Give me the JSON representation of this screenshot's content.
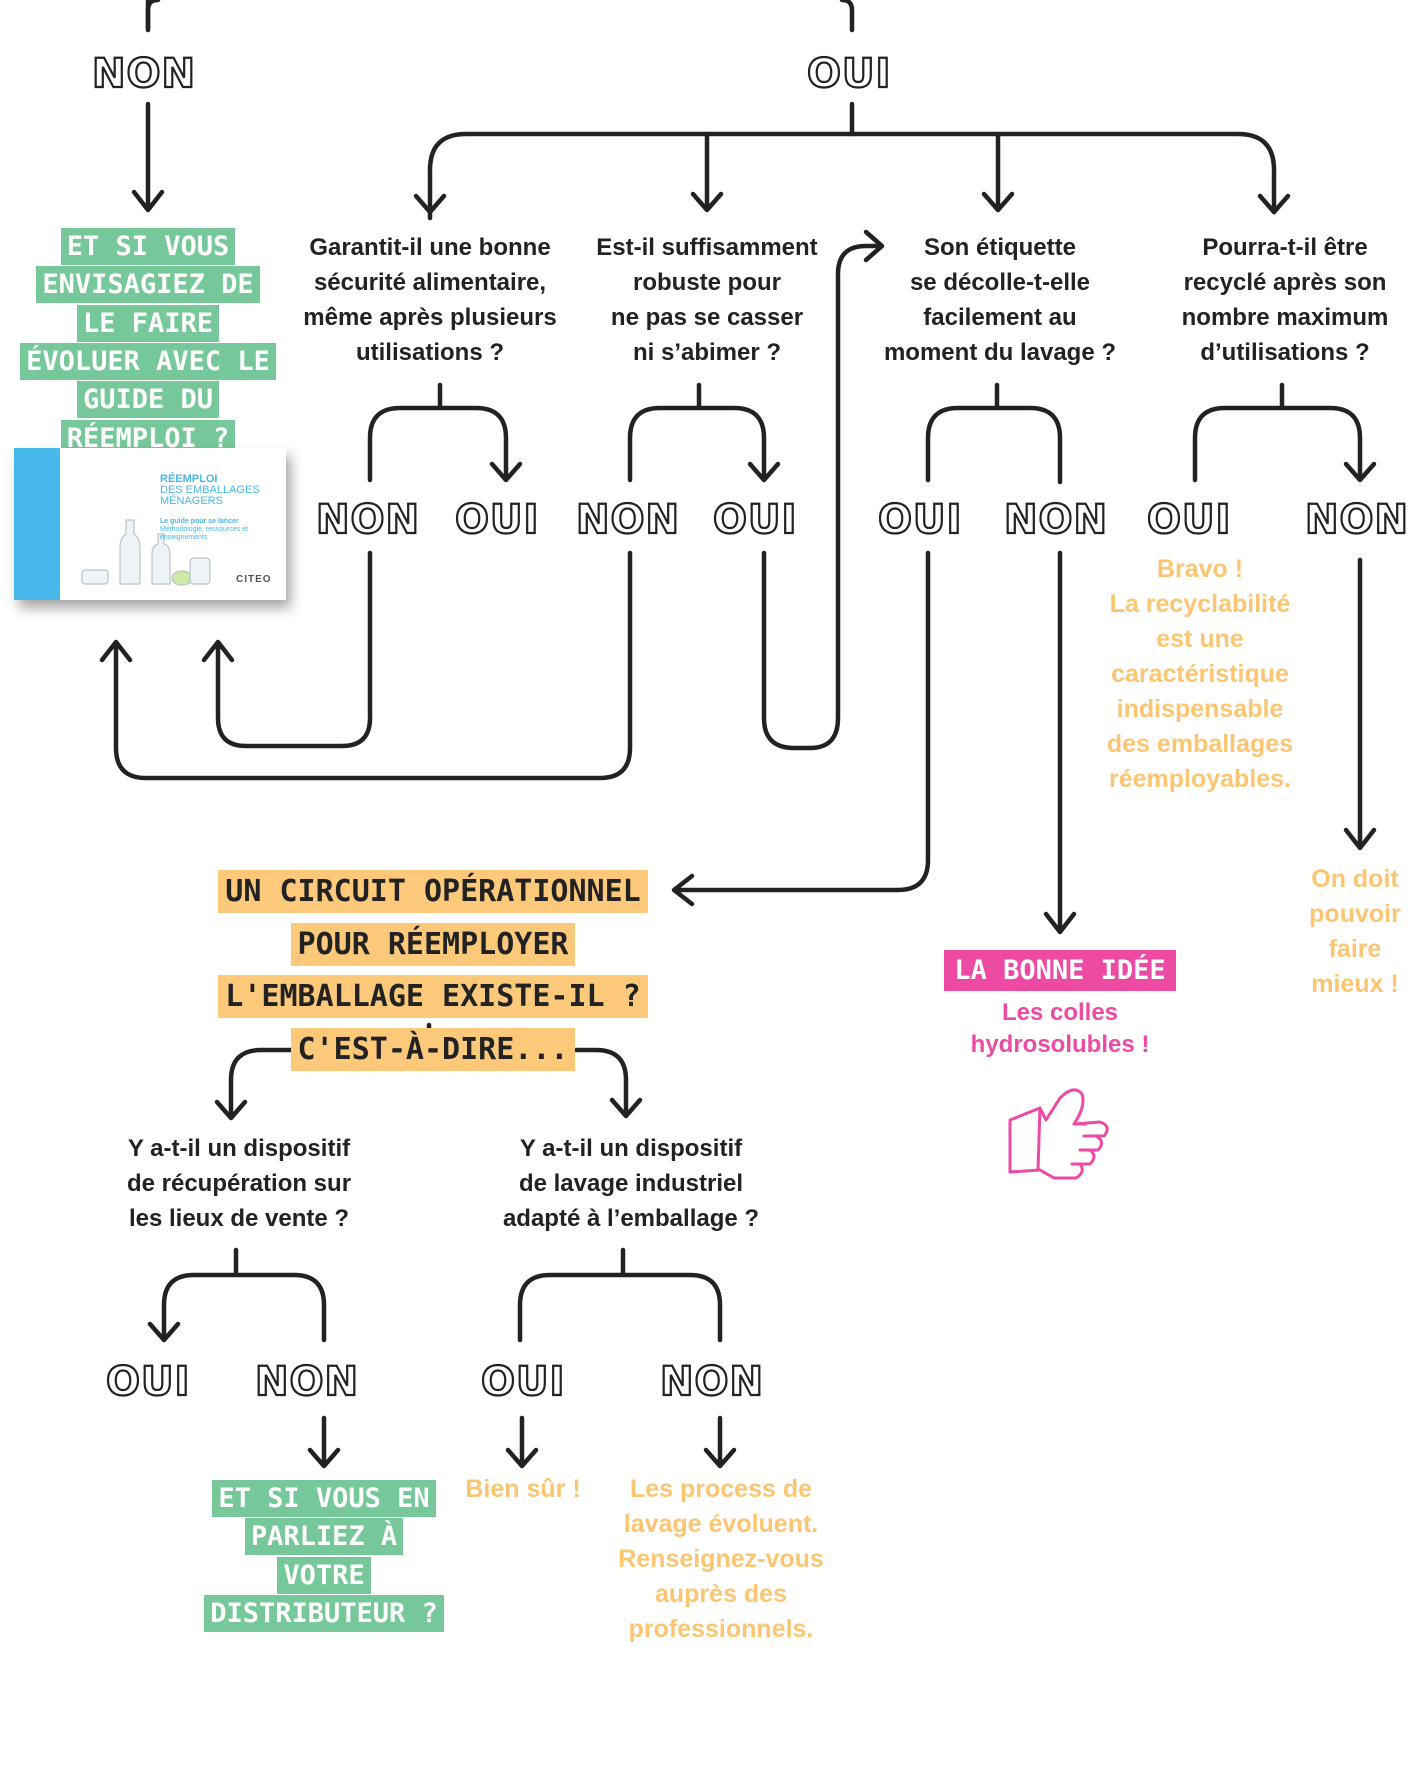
{
  "labels": {
    "non": "NON",
    "oui": "OUI"
  },
  "questions": {
    "securite": "Garantit-il une bonne\nsécurité alimentaire,\nmême après plusieurs\nutilisations ?",
    "robuste": "Est-il suffisamment\nrobuste pour\nne pas se casser\nni s’abimer ?",
    "etiquette": "Son étiquette\nse décolle-t-elle\nfacilement au\nmoment du lavage ?",
    "recycle": "Pourra-t-il être\nrecyclé après son\nnombre maximum\nd’utilisations ?",
    "recuperation": "Y a-t-il un dispositif\nde récupération sur\nles lieux de vente ?",
    "lavage": "Y a-t-il un dispositif\nde lavage industriel\nadapté à l’emballage ?"
  },
  "highlights": {
    "guide": "ET SI VOUS ENVISAGIEZ DE LE FAIRE ÉVOLUER AVEC LE GUIDE DU RÉEMPLOI ?",
    "circuit": "UN CIRCUIT OPÉRATIONNEL POUR RÉEMPLOYER L'EMBALLAGE EXISTE-IL ? C'EST-À-DIRE...",
    "distributeur": "ET SI VOUS EN PARLIEZ À VOTRE DISTRIBUTEUR ?"
  },
  "answers": {
    "bravo": "Bravo !\nLa recyclabilité\nest une\ncaractéristique\nindispensable\ndes emballages\nréemployables.",
    "mieux": "On doit\npouvoir\nfaire\nmieux !",
    "bien_sur": "Bien sûr !",
    "process": "Les process de\nlavage évoluent.\nRenseignez-vous\nauprès des\nprofessionnels."
  },
  "bonne_idee": {
    "tag": "LA BONNE IDÉE",
    "text": "Les colles\nhydrosolubles !",
    "icon": "thumbs-up-icon"
  },
  "guide_cover": {
    "title_bold": "RÉEMPLOI",
    "title_rest": "DES EMBALLAGES\nMÉNAGERS",
    "subtitle": "Le guide pour se lancer",
    "subtitle2": "Méthodologie, ressources et enseignements",
    "logo": "CITEO"
  },
  "colors": {
    "line": "#222222",
    "green": "#76c89a",
    "yellow": "#fcc97a",
    "orange_text": "#fbc572",
    "pink": "#ec4aa3",
    "cover_blue": "#46b8ea"
  }
}
